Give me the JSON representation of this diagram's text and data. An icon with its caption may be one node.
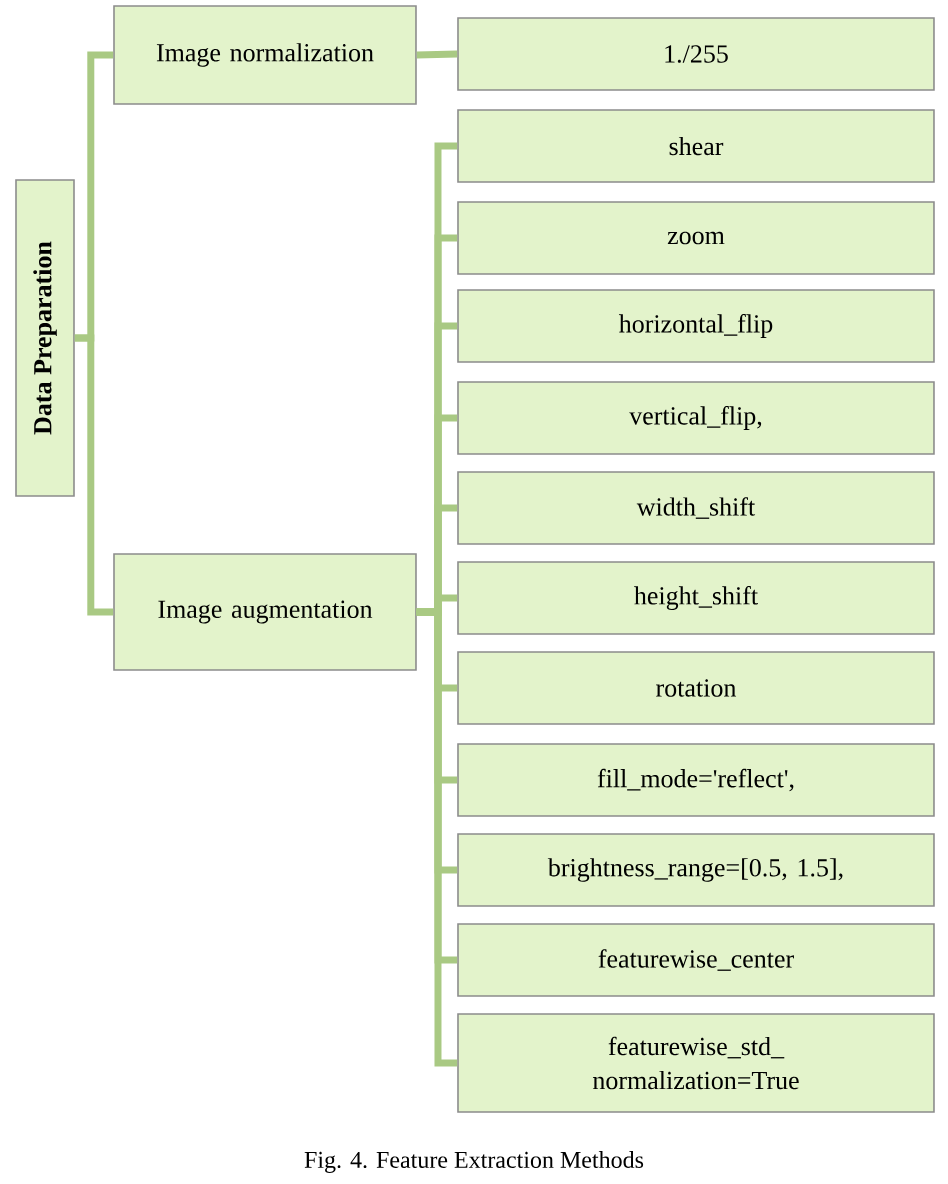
{
  "diagram": {
    "caption": "Fig. 4. Feature Extraction Methods",
    "nodes": [
      {
        "text": [
          "Data Preparation"
        ]
      },
      {
        "text": [
          "Image normalization"
        ]
      },
      {
        "text": [
          "Image augmentation"
        ]
      },
      {
        "text": [
          "1./255"
        ]
      },
      {
        "text": [
          "shear"
        ]
      },
      {
        "text": [
          "zoom"
        ]
      },
      {
        "text": [
          "horizontal_flip"
        ]
      },
      {
        "text": [
          "vertical_flip,"
        ]
      },
      {
        "text": [
          "width_shift"
        ]
      },
      {
        "text": [
          "height_shift"
        ]
      },
      {
        "text": [
          "rotation"
        ]
      },
      {
        "text": [
          "fill_mode='reflect',"
        ]
      },
      {
        "text": [
          "brightness_range=[0.5, 1.5],"
        ]
      },
      {
        "text": [
          "featurewise_center"
        ]
      },
      {
        "text": [
          "featurewise_std_ normalization=True"
        ]
      }
    ],
    "edges": [
      {
        "from": 0,
        "to": 1,
        "arrow": "none"
      },
      {
        "from": 0,
        "to": 2,
        "arrow": "none"
      },
      {
        "from": 1,
        "to": 3,
        "arrow": "none"
      },
      {
        "from": 2,
        "to": 4,
        "arrow": "none"
      },
      {
        "from": 2,
        "to": 5,
        "arrow": "none"
      },
      {
        "from": 2,
        "to": 6,
        "arrow": "none"
      },
      {
        "from": 2,
        "to": 7,
        "arrow": "none"
      },
      {
        "from": 2,
        "to": 8,
        "arrow": "none"
      },
      {
        "from": 2,
        "to": 9,
        "arrow": "none"
      },
      {
        "from": 2,
        "to": 10,
        "arrow": "none"
      },
      {
        "from": 2,
        "to": 11,
        "arrow": "none"
      },
      {
        "from": 2,
        "to": 12,
        "arrow": "none"
      },
      {
        "from": 2,
        "to": 13,
        "arrow": "none"
      },
      {
        "from": 2,
        "to": 14,
        "arrow": "none"
      }
    ]
  }
}
